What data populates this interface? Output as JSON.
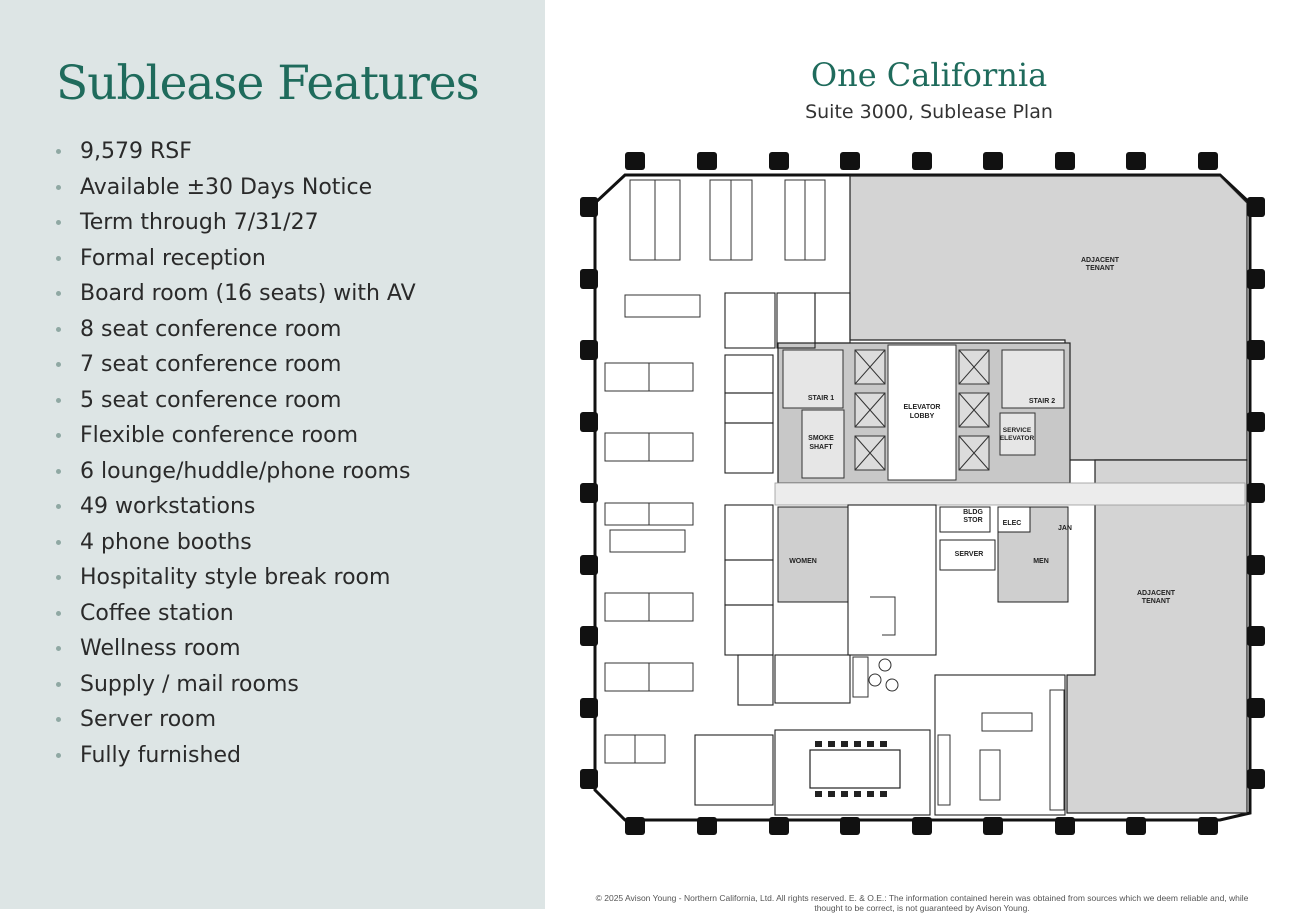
{
  "features": {
    "title": "Sublease Features",
    "items": [
      "9,579 RSF",
      "Available ±30 Days Notice",
      "Term through 7/31/27",
      "Formal reception",
      "Board room (16 seats) with AV",
      "8 seat conference room",
      "7 seat conference room",
      "5 seat conference room",
      "Flexible conference room",
      "6 lounge/huddle/phone rooms",
      "49 workstations",
      "4 phone booths",
      "Hospitality style break room",
      "Coffee station",
      "Wellness room",
      "Supply / mail rooms",
      "Server room",
      "Fully furnished"
    ]
  },
  "plan": {
    "title": "One California",
    "subtitle": "Suite 3000, Sublease Plan",
    "labels": {
      "adjacent_tenant_top_1": "ADJACENT",
      "adjacent_tenant_top_2": "TENANT",
      "adjacent_tenant_right_1": "ADJACENT",
      "adjacent_tenant_right_2": "TENANT",
      "stair_1": "STAIR 1",
      "stair_2": "STAIR 2",
      "elevator_lobby_1": "ELEVATOR",
      "elevator_lobby_2": "LOBBY",
      "smoke_shaft_1": "SMOKE",
      "smoke_shaft_2": "SHAFT",
      "service_elevator_1": "SERVICE",
      "service_elevator_2": "ELEVATOR",
      "bldg_stor_1": "BLDG",
      "bldg_stor_2": "STOR",
      "elec": "ELEC",
      "jan": "JAN",
      "server": "SERVER",
      "women": "WOMEN",
      "men": "MEN"
    }
  },
  "footer": {
    "line1": "© 2025 Avison Young - Northern California, Ltd. All rights reserved.  E. & O.E.: The information contained herein was obtained from sources which we deem reliable and, while",
    "line2": "thought to be correct, is not guaranteed by Avison Young."
  },
  "colors": {
    "accent": "#1f6b5c",
    "panel_bg": "#dde5e5",
    "adjacent_fill": "#d4d4d4",
    "core_fill": "#c8c8c8"
  }
}
